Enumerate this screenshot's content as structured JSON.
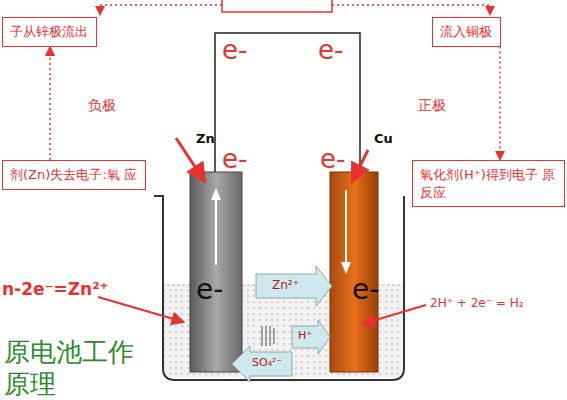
{
  "diagram": {
    "nodes": [
      {
        "text": [
          "子从锌极流出"
        ]
      },
      {
        "text": [
          "流入铜极"
        ]
      },
      {
        "text": [
          "剂(Zn)失去电子:氧 应"
        ]
      },
      {
        "text": [
          "氧化剂(H⁺)得到电子 原反应"
        ]
      }
    ],
    "edges": [
      {
        "from": 2,
        "to": 0,
        "arrow": "to"
      },
      {
        "from": 1,
        "to": 3,
        "arrow": "to"
      }
    ],
    "labels": [
      "负极",
      "正极",
      "Zn",
      "Cu",
      "e-",
      "e-",
      "e-",
      "e-",
      "e-",
      "e-",
      "n-2e⁻=Zn²⁺",
      "2H⁺ + 2e⁻ = H₂",
      "Zn²⁺",
      "H⁺",
      "SO₄²⁻",
      "原电池工作",
      "原理"
    ]
  }
}
